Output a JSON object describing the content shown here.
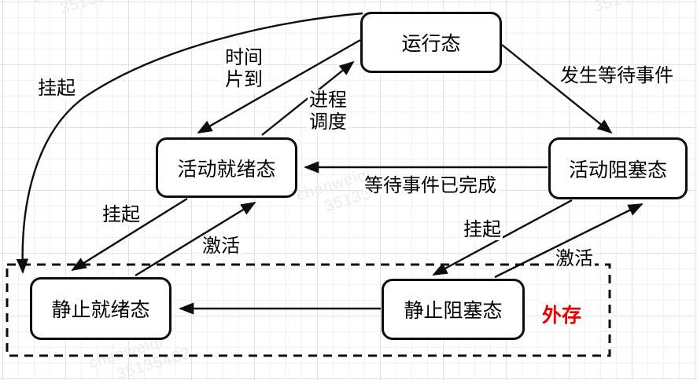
{
  "watermark": {
    "name": "chenweiqi",
    "id": "35135482"
  },
  "colors": {
    "stroke": "#0d0d0d",
    "node_fill": "#ffffff",
    "external_label": "#e60000",
    "grid_minor": "#f1f1f1",
    "grid_major": "#e3e3e3",
    "watermark": "#ebebeb"
  },
  "nodes": [
    {
      "id": "running",
      "label": "运行态"
    },
    {
      "id": "active-ready",
      "label": "活动就绪态"
    },
    {
      "id": "active-blocked",
      "label": "活动阻塞态"
    },
    {
      "id": "static-ready",
      "label": "静止就绪态"
    },
    {
      "id": "static-blocked",
      "label": "静止阻塞态"
    }
  ],
  "edges": [
    {
      "from": "运行态",
      "to": "静止就绪态",
      "label": "挂起"
    },
    {
      "from": "运行态",
      "to": "活动就绪态",
      "label": "时间片到",
      "lines": [
        "时间",
        "片到"
      ]
    },
    {
      "from": "活动就绪态",
      "to": "运行态",
      "label": "进程调度",
      "lines": [
        "进程",
        "调度"
      ]
    },
    {
      "from": "运行态",
      "to": "活动阻塞态",
      "label": "发生等待事件"
    },
    {
      "from": "活动阻塞态",
      "to": "活动就绪态",
      "label": "等待事件已完成"
    },
    {
      "from": "活动就绪态",
      "to": "静止就绪态",
      "label": "挂起"
    },
    {
      "from": "静止就绪态",
      "to": "活动就绪态",
      "label": "激活"
    },
    {
      "from": "活动阻塞态",
      "to": "静止阻塞态",
      "label": "挂起"
    },
    {
      "from": "静止阻塞态",
      "to": "活动阻塞态",
      "label": "激活"
    },
    {
      "from": "静止阻塞态",
      "to": "静止就绪态",
      "label": ""
    }
  ],
  "region": {
    "label": "外存"
  }
}
